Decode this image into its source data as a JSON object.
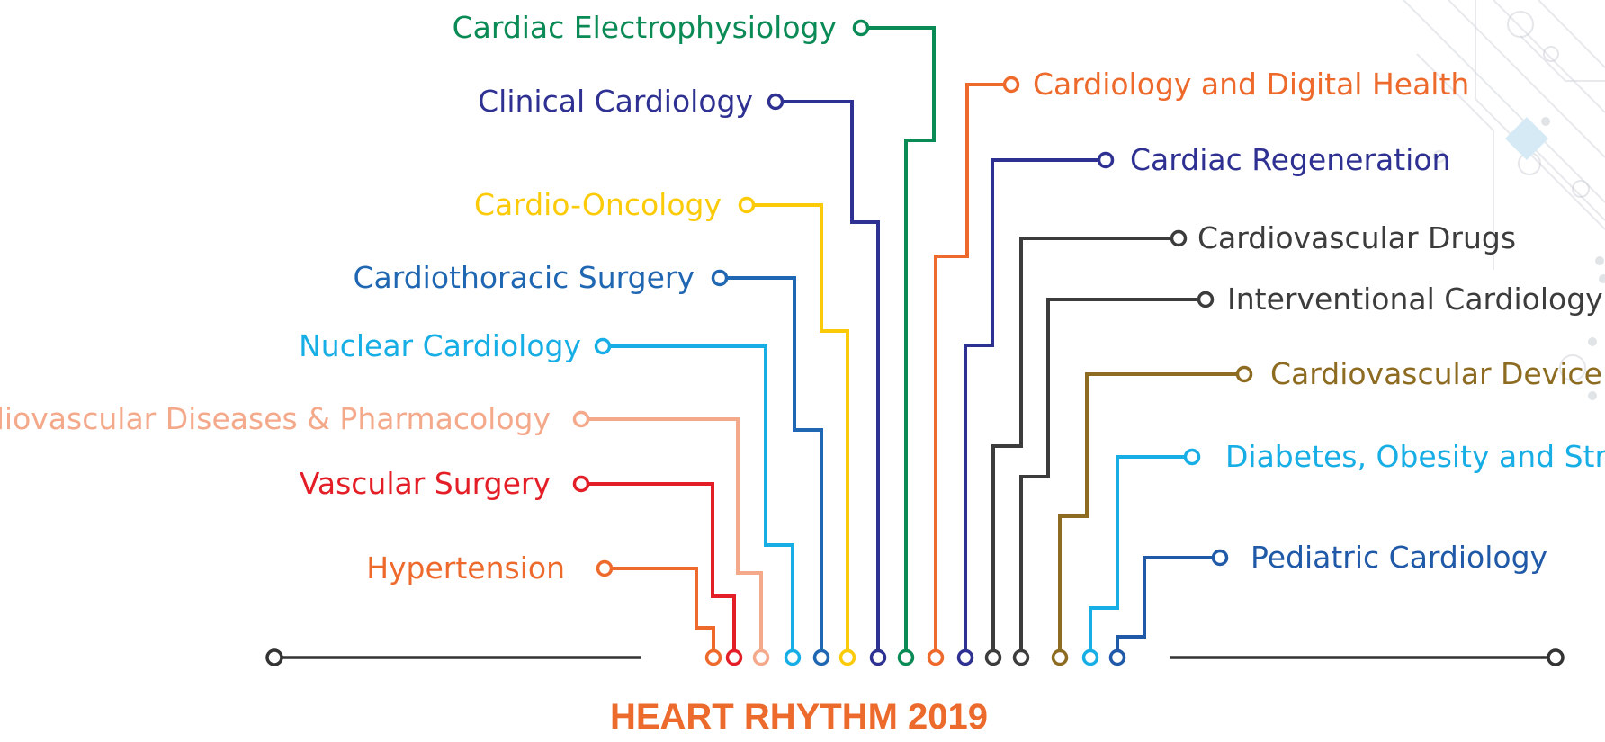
{
  "title": {
    "text": "HEART RHYTHM 2019",
    "color": "#ec6a2c"
  },
  "colors": {
    "baseline": "#333333",
    "decoration": "#c9ced4",
    "decoration_fill": "#d6eaf6"
  },
  "left_branches": [
    {
      "id": "hypertension",
      "label": "Hypertension",
      "color": "#ee6a2c"
    },
    {
      "id": "vascular-surgery",
      "label": "Vascular Surgery",
      "color": "#e41e26"
    },
    {
      "id": "cardiovascular-diseases-pharmacology",
      "label": "Cardiovascular Diseases & Pharmacology",
      "color": "#f4a98b"
    },
    {
      "id": "nuclear-cardiology",
      "label": "Nuclear Cardiology",
      "color": "#17aee6"
    },
    {
      "id": "cardiothoracic-surgery",
      "label": "Cardiothoracic Surgery",
      "color": "#1f67b2"
    },
    {
      "id": "cardio-oncology",
      "label": "Cardio-Oncology",
      "color": "#fbcb0a"
    },
    {
      "id": "clinical-cardiology",
      "label": "Clinical Cardiology",
      "color": "#2e3192"
    },
    {
      "id": "cardiac-electrophysiology",
      "label": "Cardiac Electrophysiology",
      "color": "#0a8a55"
    }
  ],
  "right_branches": [
    {
      "id": "cardiology-digital-health",
      "label": "Cardiology and Digital Health",
      "color": "#ee6a2c"
    },
    {
      "id": "cardiac-regeneration",
      "label": "Cardiac Regeneration",
      "color": "#2e3192"
    },
    {
      "id": "cardiovascular-drugs",
      "label": "Cardiovascular Drugs",
      "color": "#3c3c3c"
    },
    {
      "id": "interventional-cardiology",
      "label": "Interventional Cardiology",
      "color": "#3c3c3c"
    },
    {
      "id": "cardiovascular-device",
      "label": "Cardiovascular Device",
      "color": "#8d6c22"
    },
    {
      "id": "diabetes-obesity-stroke",
      "label": "Diabetes, Obesity and Stroke",
      "color": "#17aee6"
    },
    {
      "id": "pediatric-cardiology",
      "label": "Pediatric Cardiology",
      "color": "#1f59a8"
    }
  ]
}
